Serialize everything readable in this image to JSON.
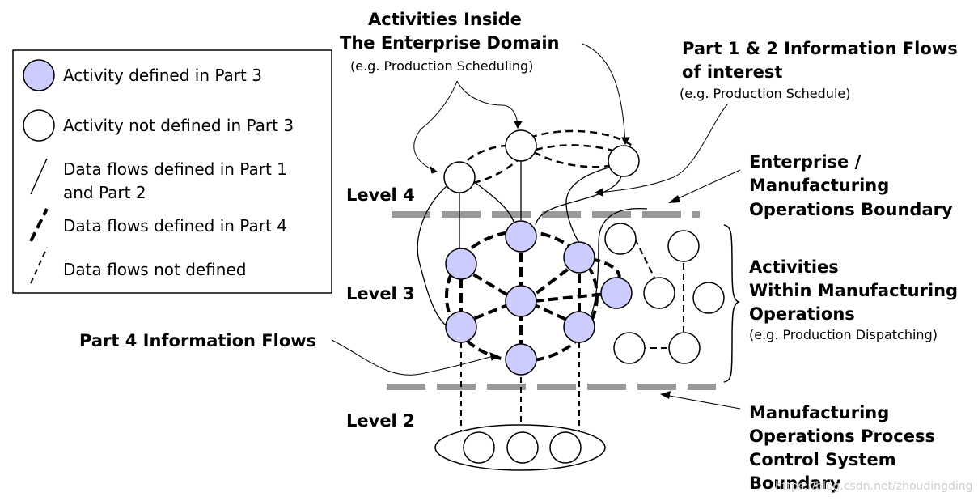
{
  "legend": {
    "activity_defined": "Activity defined in Part 3",
    "activity_not_defined": "Activity not defined in Part 3",
    "flows_part12_line1": "Data flows defined in Part 1",
    "flows_part12_line2": "and Part 2",
    "flows_part4": "Data flows defined in Part 4",
    "flows_not_defined": "Data flows not defined"
  },
  "labels": {
    "activities_inside_1": "Activities Inside",
    "activities_inside_2": "The Enterprise Domain",
    "activities_inside_example": "(e.g. Production Scheduling)",
    "part12_flows_1": "Part 1 & 2 Information Flows",
    "part12_flows_2": "of interest",
    "part12_flows_example": "(e.g. Production Schedule)",
    "boundary_1": "Enterprise /",
    "boundary_2": "Manufacturing",
    "boundary_3": "Operations Boundary",
    "level4": "Level 4",
    "level3": "Level 3",
    "level2": "Level 2",
    "within_1": "Activities",
    "within_2": "Within Manufacturing",
    "within_3": "Operations",
    "within_example": "(e.g. Production Dispatching)",
    "part4_flows": "Part 4 Information Flows",
    "mopcs_1": "Manufacturing",
    "mopcs_2": "Operations Process",
    "mopcs_3": "Control System",
    "mopcs_4": "Boundary"
  },
  "watermark": "https://blog.csdn.net/zhoudingding",
  "colors": {
    "defined_fill": "#ccccff",
    "undefined_fill": "#ffffff",
    "boundary": "#999999"
  }
}
